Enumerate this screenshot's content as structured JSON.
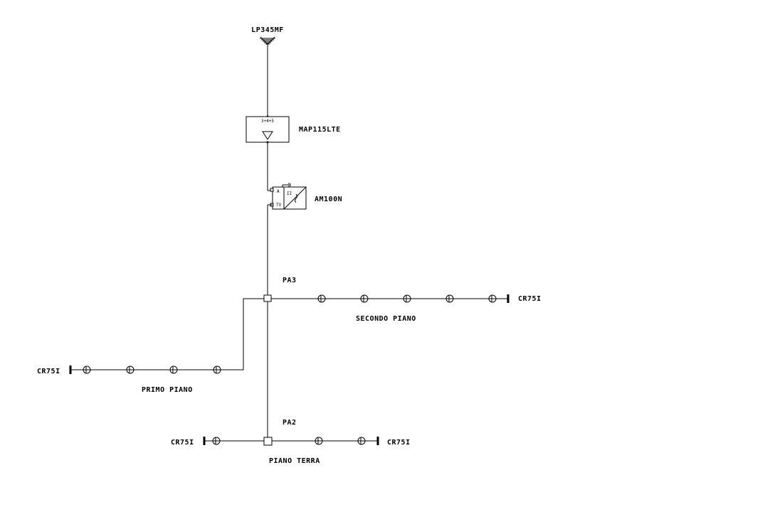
{
  "antenna": {
    "label": "LP345MF"
  },
  "amplifier": {
    "label": "MAP115LTE",
    "inputs": "3+4+5"
  },
  "power_supply": {
    "label": "AM100N",
    "port_a": "A",
    "port_tv": "TV",
    "switch_mark": "II"
  },
  "splitter_upper": {
    "label": "PA3"
  },
  "splitter_lower": {
    "label": "PA2"
  },
  "floors": {
    "second": {
      "label": "SECONDO PIANO",
      "outlets": 5,
      "terminator": "CR75I"
    },
    "first": {
      "label": "PRIMO PIANO",
      "outlets": 4,
      "terminator": "CR75I"
    },
    "ground_left": {
      "outlets": 1,
      "terminator": "CR75I"
    },
    "ground_right": {
      "label": "PIANO TERRA",
      "outlets": 2,
      "terminator": "CR75I"
    }
  }
}
